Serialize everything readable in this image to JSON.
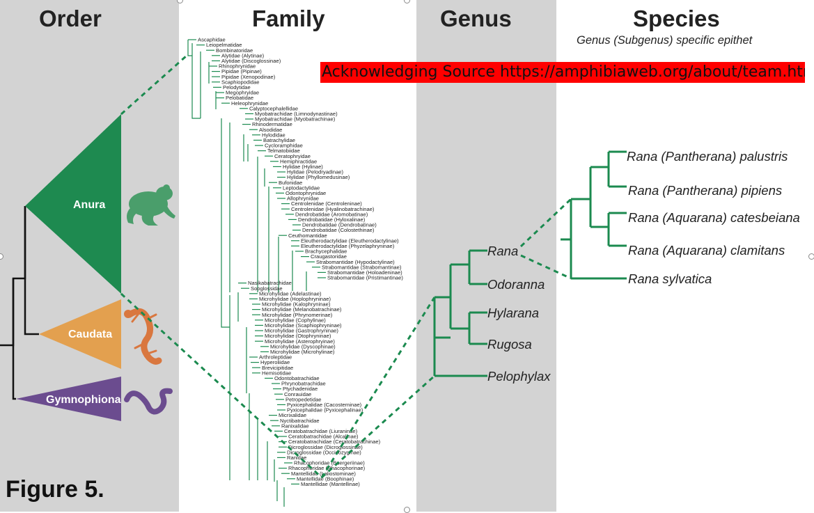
{
  "columns": {
    "order": "Order",
    "family": "Family",
    "genus": "Genus",
    "species": "Species",
    "species_subtitle": "Genus (Subgenus) specific epithet"
  },
  "banner": "Acknowledging Source https://amphibiaweb.org/about/team.html",
  "figure_label": "Figure 5.",
  "colors": {
    "green": "#1b8a4f",
    "anura": "#1e8a50",
    "caudata": "#e3a04f",
    "gymnophiona": "#6b4c8f",
    "panel_gray": "#d3d3d3",
    "banner_red": "#ff0000"
  },
  "orders": [
    {
      "label": "Anura",
      "animal": "frog-icon"
    },
    {
      "label": "Caudata",
      "animal": "salamander-icon"
    },
    {
      "label": "Gymnophiona",
      "animal": "caecilian-icon"
    }
  ],
  "families": [
    "Ascaphidae",
    "Leiopelmatidae",
    "Bombinatoridae",
    "Alytidae (Alytinae)",
    "Alytidae (Discoglossinae)",
    "Rhinophrynidae",
    "Pipidae (Pipinae)",
    "Pipidae (Xenopodinae)",
    "Scaphiopodidae",
    "Pelodytidae",
    "Megophryidae",
    "Pelobatidae",
    "Heleophrynidae",
    "Calyptocephalellidae",
    "Myobatrachidae (Limnodynastinae)",
    "Myobatrachidae (Myobatrachinae)",
    "Rhinodermatidae",
    "Alsodidae",
    "Hylodidae",
    "Batrachylidae",
    "Cycloramphidae",
    "Telmatobiidae",
    "Ceratophryidae",
    "Hemiphractidae",
    "Hylidae (Hylinae)",
    "Hylidae (Pelodryadinae)",
    "Hylidae (Phyllomedusinae)",
    "Bufonidae",
    "Leptodactylidae",
    "Odontophrynidae",
    "Allophrynidae",
    "Centrolenidae (Centroleninae)",
    "Centrolenidae (Hyalinobatrachinae)",
    "Dendrobatidae (Aromobatinae)",
    "Dendrobatidae (Hyloxalinae)",
    "Dendrobatidae (Dendrobatinae)",
    "Dendrobatidae (Colostethinae)",
    "Ceuthomantidae",
    "Eleutherodactylidae (Eleutherodactylinae)",
    "Eleutherodactylidae (Phyzelaphryninae)",
    "Brachycephalidae",
    "Craugastoridae",
    "Strabomantidae (Hypodactylinae)",
    "Strabomantidae (Strabomantinae)",
    "Strabomantidae (Holoadeninae)",
    "Strabomantidae (Pristimantinae)",
    "Nasikabatrachidae",
    "Sooglossidae",
    "Microhylidae (Adelastinae)",
    "Microhylidae (Hoplophryninae)",
    "Microhylidae (Kalophryninae)",
    "Microhylidae (Melanobatrachinae)",
    "Microhylidae (Phrynomerinae)",
    "Microhylidae (Cophylinae)",
    "Microhylidae (Scaphiophryninae)",
    "Microhylidae (Gastrophryninae)",
    "Microhylidae (Otophryninae)",
    "Microhylidae (Asterophryinae)",
    "Microhylidae (Dyscophinae)",
    "Microhylidae (Microhylinae)",
    "Arthroleptidae",
    "Hyperoliidae",
    "Brevicipitidae",
    "Hemisotidae",
    "Odontobatrachidae",
    "Phrynobatrachidae",
    "Ptychadenidae",
    "Conrauidae",
    "Petropedetidae",
    "Pyxicephalidae (Cacosterninae)",
    "Pyxicephalidae (Pyxicephalinae)",
    "Micrixalidae",
    "Nyctibatrachidae",
    "Ranixalidae",
    "Ceratobatrachidae (Liuraninae)",
    "Ceratobatrachidae (Alcalinae)",
    "Ceratobatrachidae (Ceratobatrachinae)",
    "Dicroglossidae (Dicroglossinae)",
    "Dicroglossidae (Occidozyginae)",
    "Ranidae",
    "Rhacophoridae (Buergeriinae)",
    "Rhacophoridae (Rhacophorinae)",
    "Mantellidae (Laliostominae)",
    "Mantellidae (Boophinae)",
    "Mantellidae (Mantellinae)"
  ],
  "genera": [
    "Rana",
    "Odoranna",
    "Hylarana",
    "Rugosa",
    "Pelophylax"
  ],
  "species": [
    "Rana (Pantherana) palustris",
    "Rana (Pantherana) pipiens",
    "Rana (Aquarana) catesbeiana",
    "Rana (Aquarana) clamitans",
    "Rana sylvatica"
  ]
}
